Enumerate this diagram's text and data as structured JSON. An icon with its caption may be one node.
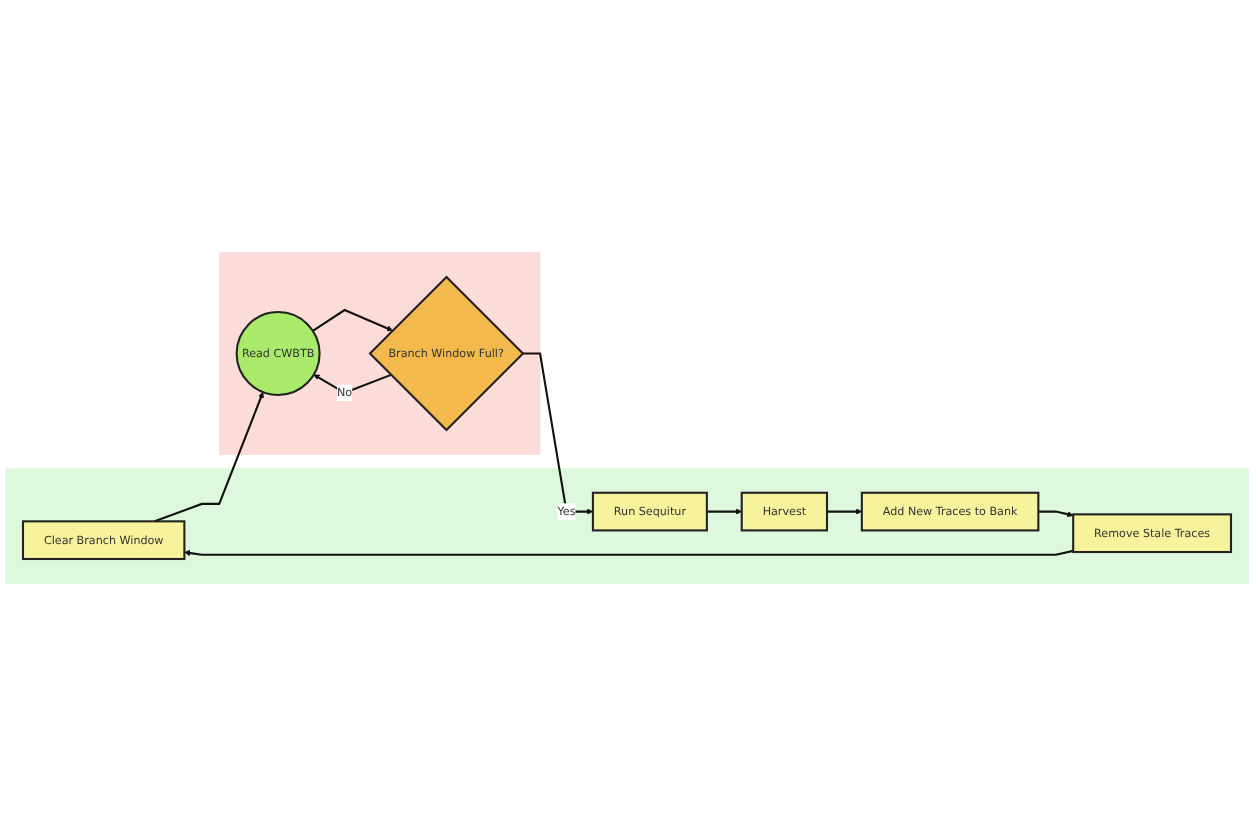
{
  "diagram": {
    "nodes": [
      {
        "text": [],
        "shape": "box"
      },
      {
        "text": [
          "Clear Branch Window"
        ],
        "in": 0
      },
      {
        "text": [
          "Remove Stale Traces"
        ],
        "in": 0
      },
      {
        "text": [
          "Add New Traces to Bank"
        ],
        "in": 0
      },
      {
        "text": [
          "Harvest"
        ],
        "in": 0
      },
      {
        "text": [
          "Run Sequitur"
        ],
        "in": 0
      },
      {
        "text": [],
        "shape": "box"
      },
      {
        "text": [
          "Read CWBTB"
        ],
        "in": 6
      },
      {
        "text": [
          "Branch Window Full?"
        ],
        "in": 6
      }
    ],
    "edges": [
      {
        "from": 3,
        "to": 2,
        "arrow": "to"
      },
      {
        "from": 2,
        "to": 1,
        "arrow": "to"
      },
      {
        "from": 1,
        "to": 7,
        "arrow": "to"
      },
      {
        "from": 7,
        "to": 8,
        "arrow": "to"
      },
      {
        "from": 8,
        "to": 5,
        "arrow": "to",
        "label": "Yes"
      },
      {
        "from": 8,
        "to": 7,
        "arrow": "to",
        "label": "No"
      },
      {
        "from": 5,
        "to": 4,
        "arrow": "to"
      },
      {
        "from": 4,
        "to": 3,
        "arrow": "to"
      }
    ]
  }
}
